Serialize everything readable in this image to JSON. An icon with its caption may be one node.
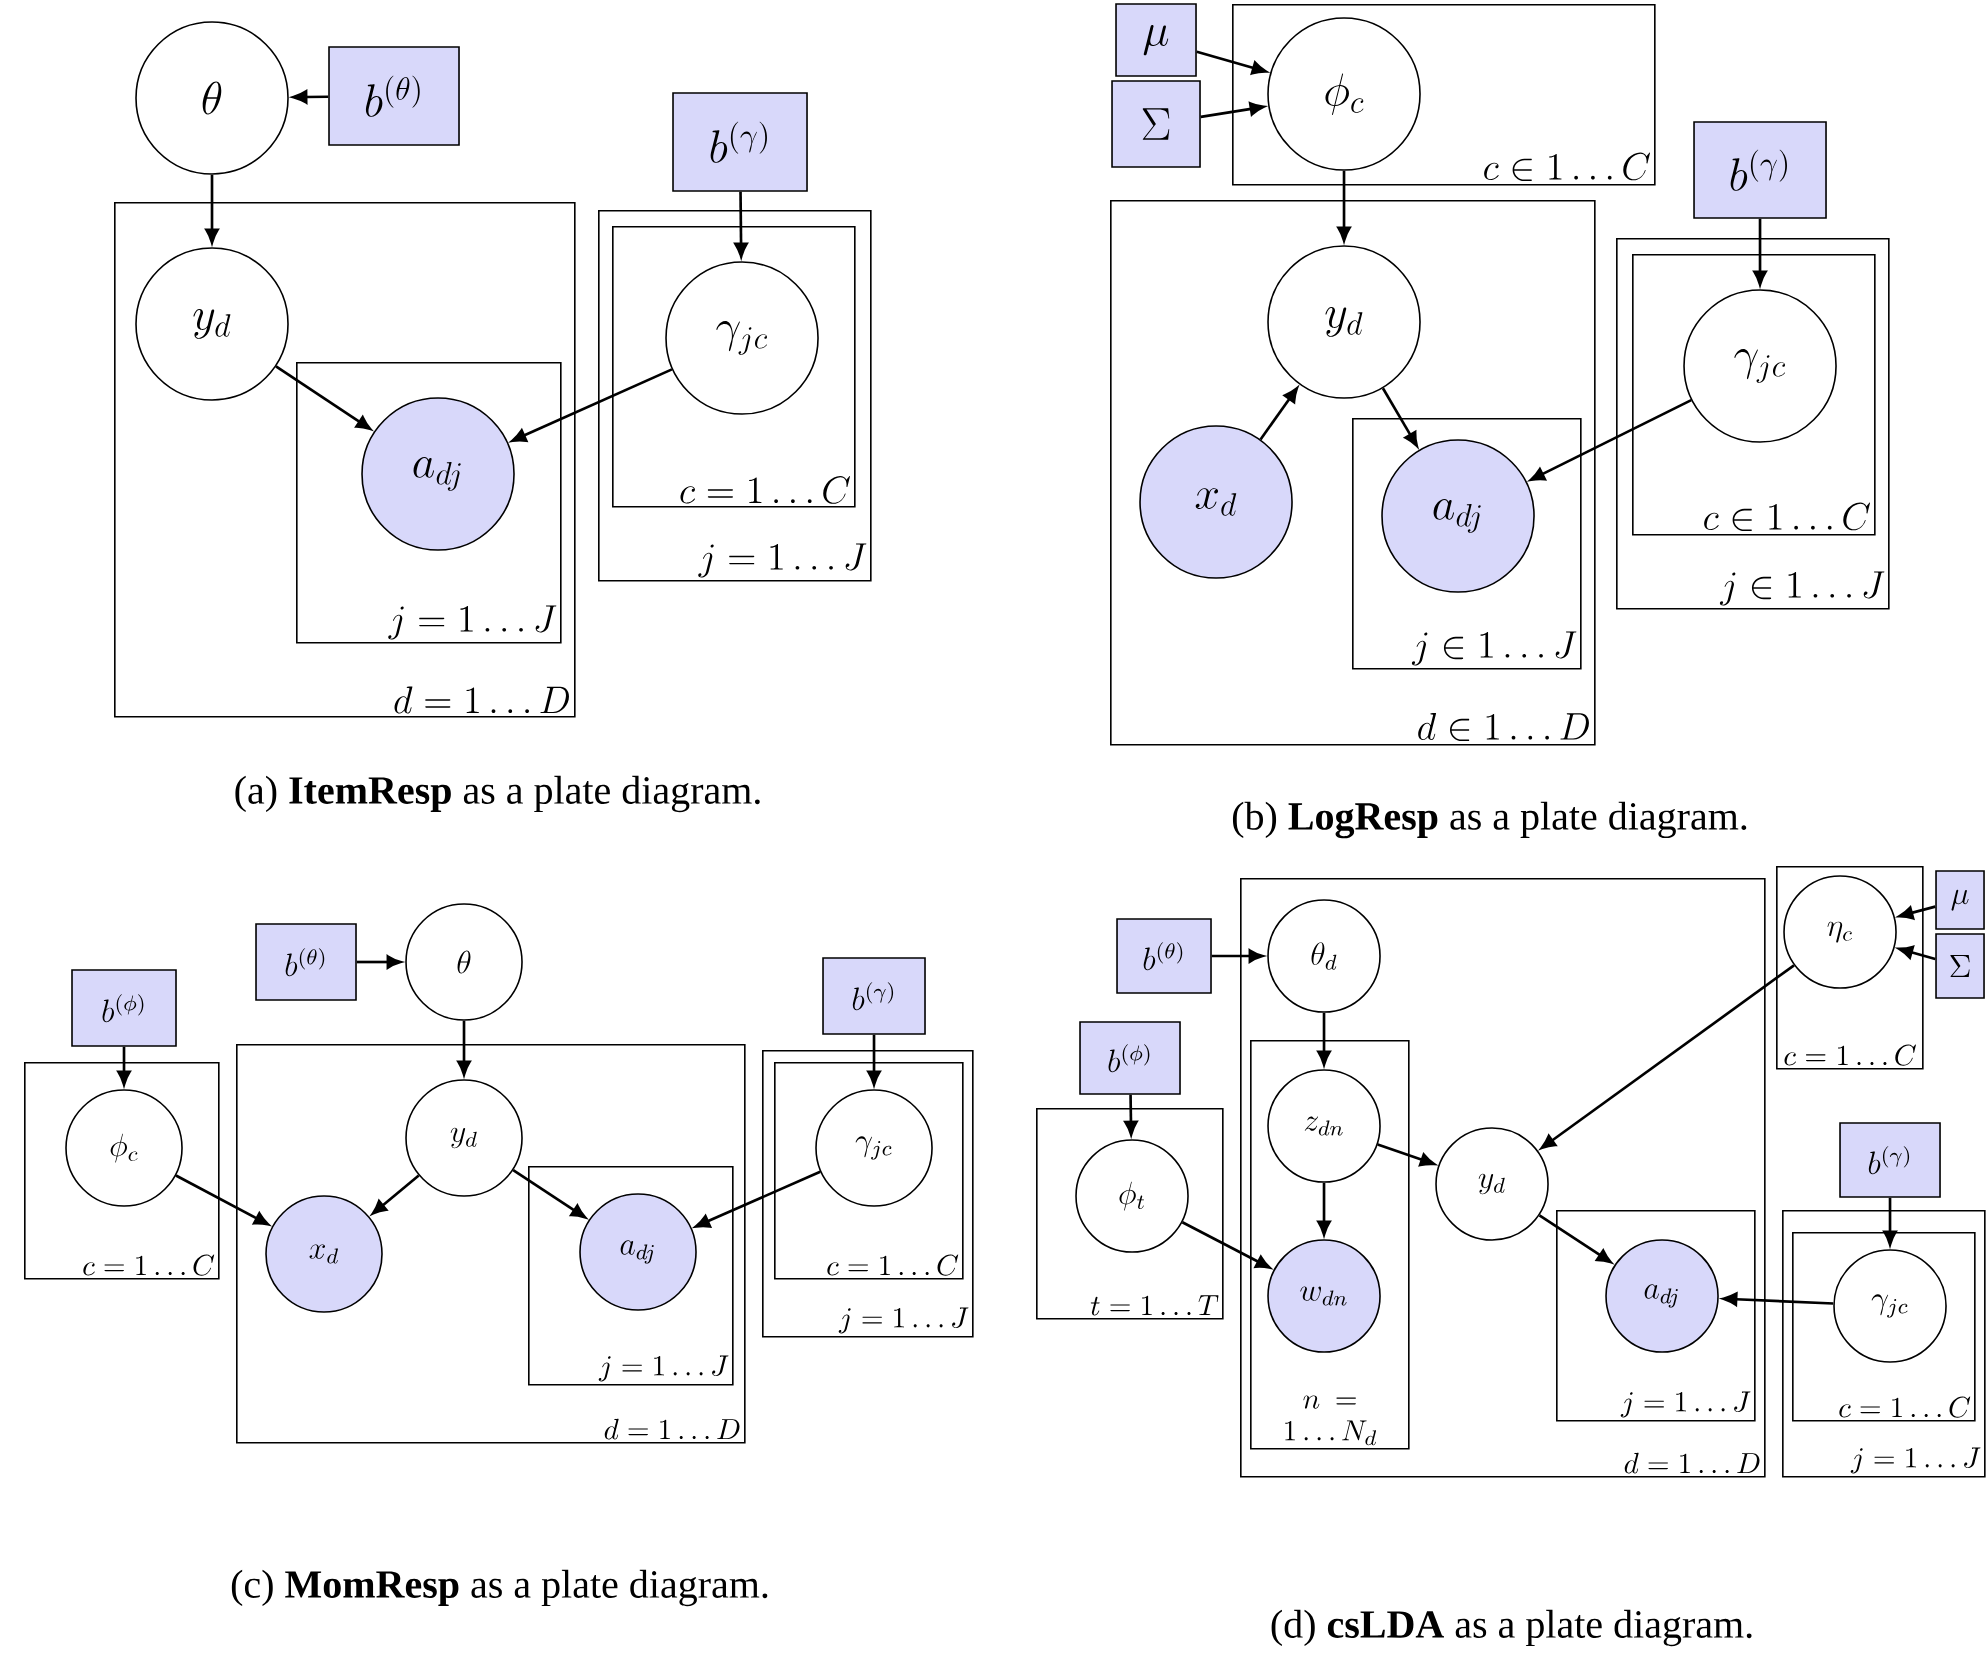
{
  "diagram": {
    "nodes": [
      {
        "text": [
          "\\theta"
        ]
      },
      {
        "text": [
          "b^{(\\theta)}"
        ]
      },
      {
        "text": [
          "b^{(\\gamma)}"
        ]
      },
      {
        "text": [
          "d = 1 \\ldots D"
        ]
      },
      {
        "text": [
          "y_d"
        ],
        "in": 3
      },
      {
        "text": [
          "j = 1 \\ldots J"
        ],
        "in": 3
      },
      {
        "text": [
          "a_{dj}"
        ],
        "in": 5
      },
      {
        "text": [
          "j = 1 \\ldots J"
        ]
      },
      {
        "text": [
          "c = 1 \\ldots C"
        ],
        "in": 7
      },
      {
        "text": [
          "\\gamma_{jc}"
        ],
        "in": 8
      },
      {
        "text": [
          "\\mu"
        ]
      },
      {
        "text": [
          "\\Sigma"
        ]
      },
      {
        "text": [
          "c \\in 1 \\ldots C"
        ]
      },
      {
        "text": [
          "\\phi_c"
        ],
        "in": 12
      },
      {
        "text": [
          "b^{(\\gamma)}"
        ]
      },
      {
        "text": [
          "d \\in 1 \\ldots D"
        ]
      },
      {
        "text": [
          "y_d"
        ],
        "in": 15
      },
      {
        "text": [
          "x_d"
        ],
        "in": 15
      },
      {
        "text": [
          "j \\in 1 \\ldots J"
        ],
        "in": 15
      },
      {
        "text": [
          "a_{dj}"
        ],
        "in": 18
      },
      {
        "text": [
          "j \\in 1 \\ldots J"
        ]
      },
      {
        "text": [
          "c \\in 1 \\ldots C"
        ],
        "in": 20
      },
      {
        "text": [
          "\\gamma_{jc}"
        ],
        "in": 21
      },
      {
        "text": [
          "b^{(\\phi)}"
        ]
      },
      {
        "text": [
          "b^{(\\theta)}"
        ]
      },
      {
        "text": [
          "\\theta"
        ]
      },
      {
        "text": [
          "b^{(\\gamma)}"
        ]
      },
      {
        "text": [
          "c = 1 \\ldots C"
        ]
      },
      {
        "text": [
          "\\phi_c"
        ],
        "in": 27
      },
      {
        "text": [
          "d = 1 \\ldots D"
        ]
      },
      {
        "text": [
          "y_d"
        ],
        "in": 29
      },
      {
        "text": [
          "x_d"
        ],
        "in": 29
      },
      {
        "text": [
          "j = 1 \\ldots J"
        ],
        "in": 29
      },
      {
        "text": [
          "a_{dj}"
        ],
        "in": 32
      },
      {
        "text": [
          "j = 1 \\ldots J"
        ]
      },
      {
        "text": [
          "c = 1 \\ldots C"
        ],
        "in": 34
      },
      {
        "text": [
          "\\gamma_{jc}"
        ],
        "in": 35
      },
      {
        "text": [
          "d = 1 \\ldots D"
        ]
      },
      {
        "text": [
          "\\theta_d"
        ],
        "in": 37
      },
      {
        "text": [
          "b^{(\\theta)}"
        ]
      },
      {
        "text": [
          "b^{(\\phi)}"
        ]
      },
      {
        "text": [
          "t = 1 \\ldots T"
        ]
      },
      {
        "text": [
          "\\phi_t"
        ],
        "in": 41
      },
      {
        "text": [
          "n = 1 \\ldots N_d"
        ],
        "in": 37
      },
      {
        "text": [
          "z_{dn}"
        ],
        "in": 43
      },
      {
        "text": [
          "w_{dn}"
        ],
        "in": 43
      },
      {
        "text": [
          "y_d"
        ],
        "in": 37
      },
      {
        "text": [
          "j = 1 \\ldots J"
        ],
        "in": 37
      },
      {
        "text": [
          "a_{dj}"
        ],
        "in": 47
      },
      {
        "text": [
          "c = 1 \\ldots C"
        ]
      },
      {
        "text": [
          "\\eta_c"
        ],
        "in": 49
      },
      {
        "text": [
          "\\mu"
        ]
      },
      {
        "text": [
          "\\Sigma"
        ]
      },
      {
        "text": [
          "b^{(\\gamma)}"
        ]
      },
      {
        "text": [
          "j = 1 \\ldots J"
        ]
      },
      {
        "text": [
          "c = 1 \\ldots C"
        ],
        "in": 54
      },
      {
        "text": [
          "\\gamma_{jc}"
        ],
        "in": 55
      }
    ],
    "edges": [
      {
        "from": 1,
        "to": 0,
        "arrow": "to"
      },
      {
        "from": 0,
        "to": 4,
        "arrow": "to"
      },
      {
        "from": 4,
        "to": 6,
        "arrow": "to"
      },
      {
        "from": 9,
        "to": 6,
        "arrow": "to"
      },
      {
        "from": 2,
        "to": 9,
        "arrow": "to"
      },
      {
        "from": 10,
        "to": 13,
        "arrow": "to"
      },
      {
        "from": 11,
        "to": 13,
        "arrow": "to"
      },
      {
        "from": 13,
        "to": 16,
        "arrow": "to"
      },
      {
        "from": 17,
        "to": 16,
        "arrow": "to"
      },
      {
        "from": 16,
        "to": 19,
        "arrow": "to"
      },
      {
        "from": 22,
        "to": 19,
        "arrow": "to"
      },
      {
        "from": 14,
        "to": 22,
        "arrow": "to"
      },
      {
        "from": 23,
        "to": 28,
        "arrow": "to"
      },
      {
        "from": 28,
        "to": 31,
        "arrow": "to"
      },
      {
        "from": 24,
        "to": 25,
        "arrow": "to"
      },
      {
        "from": 25,
        "to": 30,
        "arrow": "to"
      },
      {
        "from": 30,
        "to": 31,
        "arrow": "to"
      },
      {
        "from": 30,
        "to": 33,
        "arrow": "to"
      },
      {
        "from": 36,
        "to": 33,
        "arrow": "to"
      },
      {
        "from": 26,
        "to": 36,
        "arrow": "to"
      },
      {
        "from": 39,
        "to": 38,
        "arrow": "to"
      },
      {
        "from": 38,
        "to": 44,
        "arrow": "to"
      },
      {
        "from": 44,
        "to": 45,
        "arrow": "to"
      },
      {
        "from": 42,
        "to": 45,
        "arrow": "to"
      },
      {
        "from": 40,
        "to": 42,
        "arrow": "to"
      },
      {
        "from": 44,
        "to": 46,
        "arrow": "to"
      },
      {
        "from": 50,
        "to": 46,
        "arrow": "to"
      },
      {
        "from": 51,
        "to": 50,
        "arrow": "to"
      },
      {
        "from": 52,
        "to": 50,
        "arrow": "to"
      },
      {
        "from": 46,
        "to": 48,
        "arrow": "to"
      },
      {
        "from": 56,
        "to": 48,
        "arrow": "to"
      },
      {
        "from": 53,
        "to": 56,
        "arrow": "to"
      }
    ],
    "labels": [
      "(a) **ItemResp** as a plate diagram.",
      "(b) **LogResp** as a plate diagram.",
      "(c) **MomResp** as a plate diagram.",
      "(d) **csLDA** as a plate diagram."
    ]
  }
}
